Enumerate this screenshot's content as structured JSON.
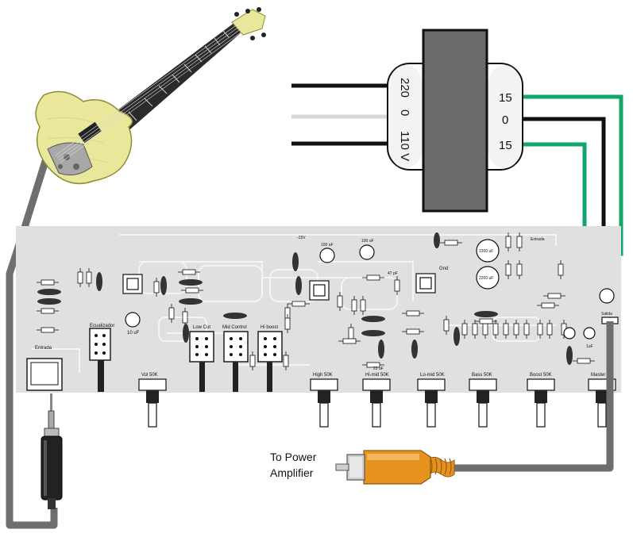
{
  "transformer": {
    "primary": [
      "220",
      "0",
      "110 V"
    ],
    "secondary": [
      "15",
      "0",
      "15"
    ]
  },
  "board": {
    "input_label": "Entrada",
    "pots": [
      "Vol 50K",
      "High 50K",
      "Hi-mid 50K",
      "Lo-mid 50K",
      "Bass 50K",
      "Boost 50K",
      "Master"
    ],
    "switches": [
      "Ecualizador",
      "Low Cut",
      "Mid Control",
      "Hi boost"
    ],
    "parts": [
      "100 uF",
      "100 uF",
      "2200 uF",
      "2200 uF",
      "47 pF",
      "10 uF",
      "1uF",
      "22 uF",
      "-15V",
      "Gnd",
      "Entrada",
      "Salida"
    ]
  },
  "output": {
    "label_line1": "To Power",
    "label_line2": "Amplifier"
  },
  "colors": {
    "cable_gray": "#6e6e6e",
    "wire_black": "#111111",
    "wire_green": "#12a66a",
    "wire_light": "#d8d8d8",
    "board_bg": "#e0e0e0",
    "transformer_core": "#6a6a6a",
    "rca_orange": "#e6921f",
    "guitar_body": "#e8e79a"
  }
}
